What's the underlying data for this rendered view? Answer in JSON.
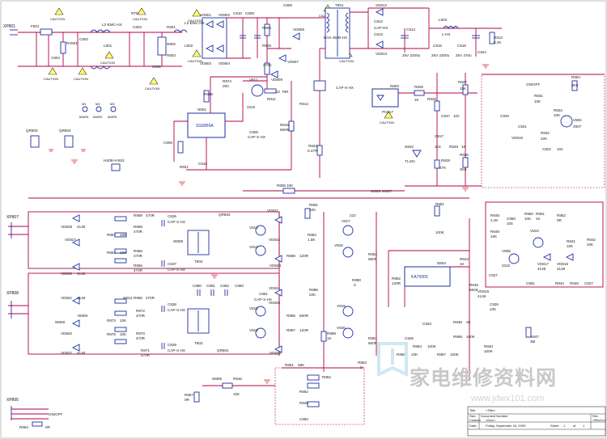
{
  "caution": {
    "label": "CAUTION"
  },
  "labels": {
    "xp801": "XP801",
    "f801": "F801",
    "rv801": "RV801",
    "c804": "C804",
    "c802": "C802",
    "l801": "L801",
    "l2emc": "L2-EMC-HX",
    "l802": "L802",
    "rt801": "RT801",
    "c803": "C803",
    "r801": "R801",
    "r802": "R802",
    "r803": "R803",
    "r804": "R804",
    "r805": "R805",
    "r806": "R806",
    "r807": "R807",
    "c801": "C801",
    "vd801": "VD801",
    "vd802": "VD802",
    "vd803": "VD803",
    "vd804": "VD804",
    "c810": "C810",
    "c808": "C808",
    "r808": "R808",
    "r809": "R809",
    "t801": "T801",
    "t801_part": "BCK-3530-HX",
    "vd806": "VD806",
    "vd807": "VD807",
    "vd808": "VD808",
    "vd809": "VD809",
    "vd810": "VD810",
    "vd812": "VD812",
    "vd813": "VD813",
    "c812": "C812",
    "c813": "C813",
    "capkx": "CAP-HX",
    "l803": "L803",
    "lhx": "L-HX",
    "c814": "C814",
    "c815": "C815",
    "c816": "C816",
    "r812": "R812",
    "r813": "R813",
    "c824": "C824",
    "v25_2200": "25V 2200u",
    "v25_470": "25V 470u",
    "v25_2200b": "25V 2200u",
    "n801": "N801",
    "ic_part": "SG6859A",
    "r816": "R816",
    "r821": "R821",
    "c809": "C809",
    "c810b": "C810",
    "r874": "R874",
    "v811": "V811",
    "r811": "R811",
    "r814": "R814",
    "r815": "R815",
    "r822": "R822",
    "c806": "C806",
    "c805": "C805",
    "c807": "C807",
    "n803": "N803",
    "pc817": "PC817",
    "r825": "R825",
    "r826": "R826",
    "r827": "R827",
    "c847": "C847",
    "c817": "C817",
    "r828": "R828",
    "n802": "N802",
    "tl431": "TL431",
    "r829": "R829",
    "r830": "R830",
    "r831": "R831",
    "r884": "R884",
    "onoff": "ON/OFF",
    "r833": "R833",
    "v804": "V804",
    "v2907": "2907",
    "c821": "C821",
    "c822": "C822",
    "c820": "C820",
    "vd815": "VD815",
    "r832": "R832",
    "r805b": "R805",
    "r805_val": "10K",
    "w805": "W805",
    "w807": "W807",
    "m1": "M1",
    "m2": "M2",
    "m3": "M3",
    "mark": "MARK",
    "qr803": "QR803",
    "qr804": "QR804",
    "hs": "HS08+HS02",
    "xp807": "XP807",
    "xp808": "XP808",
    "xp805": "XP805",
    "vd829": "VD829",
    "vd827": "VD827",
    "vd830": "VD830",
    "vd831": "VD831",
    "vd840": "VD840",
    "vd837": "VD837",
    "vd4148": "4148",
    "r859": "R859",
    "r858": "R858",
    "r857": "R857",
    "r861": "R861",
    "r856": "R856",
    "r855": "R855",
    "r870": "R870",
    "r872": "R872",
    "r873": "R873",
    "r875": "R875",
    "r866": "R866",
    "r871": "R871",
    "c836": "C836",
    "c837": "C837",
    "c838": "C838",
    "c839": "C839",
    "w808": "W808",
    "w811": "W811",
    "w809": "W809",
    "t802": "T802",
    "t803": "T803",
    "qr802": "QR802",
    "qr801": "QR801",
    "vd831b": "VD831",
    "vd832": "VD832",
    "vd833": "VD833",
    "vd834": "VD834",
    "vd835": "VD835",
    "vd836": "VD836",
    "v813": "V813",
    "v814": "V814",
    "v815": "V815",
    "v816": "V816",
    "v817": "V817",
    "v818": "V818",
    "v819": "V819",
    "v820": "V820",
    "r881": "R881",
    "r882": "R882",
    "r884b": "R884",
    "r885": "R885",
    "r886": "R886",
    "r887": "R887",
    "r888": "R888",
    "r889": "R889",
    "r890": "R890",
    "r891": "R891",
    "c880": "C880",
    "c881": "C881",
    "c882": "C882",
    "n804": "N804",
    "n804_part": "KA7500C",
    "r862": "R862",
    "r863": "R863",
    "r864": "R864",
    "r865": "R865",
    "r867": "R867",
    "r868": "R868",
    "c823": "C823",
    "c825": "C825",
    "c826": "C826",
    "c827": "C827",
    "r839": "R839",
    "r840": "R840",
    "r841": "R841",
    "r842": "R842",
    "r843": "R843",
    "r844": "R844",
    "r845": "R845",
    "r847": "R847",
    "r848": "R848",
    "r849": "R849",
    "v808": "V808",
    "v807": "V807",
    "v809": "V809",
    "v810": "V810",
    "vd816": "VD816",
    "vd817": "VD817",
    "r850": "R850",
    "r851": "R851",
    "r852": "R852",
    "c850": "C850",
    "c851": "C851",
    "w806": "W806",
    "r846": "R846",
    "r857b": "R857",
    "vals": {
      "v470r": "470R",
      "v10k": "10K",
      "v22k": "22K",
      "v100k": "100K",
      "v680k": "680K",
      "v1k": "1K",
      "v2k": "2K",
      "v104": "104",
      "v105": "105",
      "v222": "222",
      "v2222": "2222",
      "v560r": "560R",
      "v4148": "4148",
      "v0r": "0R",
      "v0": "0",
      "v1m": "1M",
      "v3m": "3M",
      "v220k": "220K",
      "v120r": "120R",
      "v68k": "68K",
      "v15k": "15K",
      "v3k9": "3K9",
      "v2k2": "2.2K",
      "v10k5": "10K",
      "v470u": "470u",
      "vcapxhx": "CAP-X-HX",
      "v560k": "560K",
      "v75r": "75R",
      "v270k": "270K",
      "v4p7": "0.47R",
      "v36k": "36K",
      "v102": "102",
      "v8k2": "8.2K",
      "v27k": "27K",
      "v1k5": "1.5K",
      "v56k": "56K",
      "v1k2": "1.2K",
      "v200": "200",
      "v33k": "33K",
      "v47k": "47K"
    }
  },
  "title_block": {
    "size_label": "Size",
    "size_value": "Custom",
    "number_label": "Document Number",
    "number_value": "<Doc>",
    "rev_label": "Rev",
    "rev_value": "<RevCo>",
    "title_label": "Title",
    "title_value": "<Title>",
    "date_label": "Date:",
    "date_value": "Friday, September 04, 2009",
    "sheet_label": "Sheet",
    "sheet_value": "1",
    "of_label": "of",
    "of_value": "1"
  },
  "watermark": {
    "text": "家电维修资料网",
    "url": "www.jdwx101.com"
  }
}
